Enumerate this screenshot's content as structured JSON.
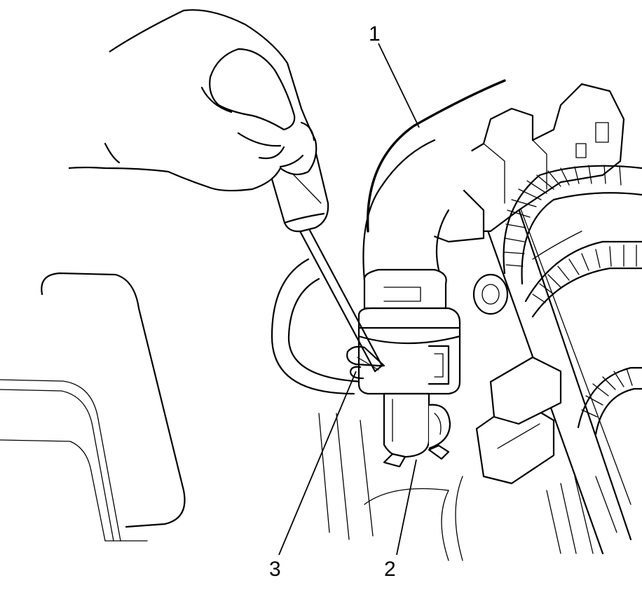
{
  "callouts": {
    "c1": "1",
    "c2": "2",
    "c3": "3"
  },
  "icons": {
    "hand": "hand-holding-screwdriver-icon",
    "screwdriver": "screwdriver-icon",
    "hose": "hose-icon",
    "connector": "quick-connect-fitting-icon",
    "clip": "retaining-clip-icon"
  }
}
